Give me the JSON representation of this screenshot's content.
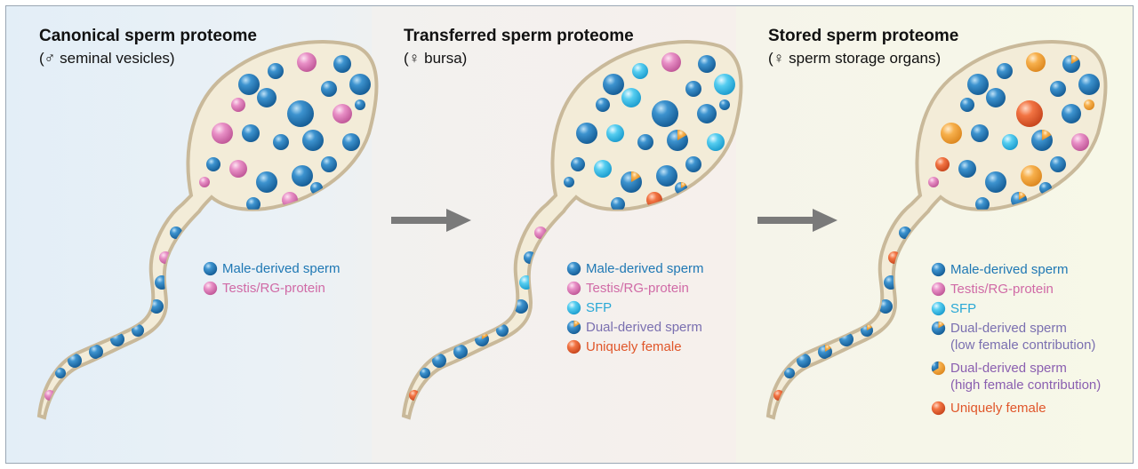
{
  "panels": [
    {
      "title": "Canonical sperm proteome",
      "subtitle": "(♂ seminal vesicles)"
    },
    {
      "title": "Transferred sperm proteome",
      "subtitle": "(♀ bursa)"
    },
    {
      "title": "Stored sperm proteome",
      "subtitle": "(♀ sperm storage organs)"
    }
  ],
  "legend_1": [
    {
      "label": "Male-derived sperm",
      "color": "#1f78b4"
    },
    {
      "label": "Testis/RG-protein",
      "color": "#d06aa6"
    }
  ],
  "legend_2": [
    {
      "label": "Male-derived sperm",
      "color": "#1f78b4"
    },
    {
      "label": "Testis/RG-protein",
      "color": "#d06aa6"
    },
    {
      "label": "SFP",
      "color": "#29a8d6"
    },
    {
      "label": "Dual-derived sperm",
      "color": "#7a6fb0"
    },
    {
      "label": "Uniquely female",
      "color": "#e0562a"
    }
  ],
  "legend_3": [
    {
      "label": "Male-derived sperm",
      "color": "#1f78b4"
    },
    {
      "label": "Testis/RG-protein",
      "color": "#d06aa6"
    },
    {
      "label": "SFP",
      "color": "#29a8d6"
    },
    {
      "label": "Dual-derived sperm",
      "label2": "(low female contribution)",
      "color": "#7a6fb0"
    },
    {
      "label": "Dual-derived sperm",
      "label2": "(high female contribution)",
      "color": "#8a5fb0"
    },
    {
      "label": "Uniquely female",
      "color": "#e0562a"
    }
  ],
  "colors": {
    "male": "#2a7fbf",
    "testis": "#e48cc4",
    "sfp": "#49c3ea",
    "female": "#ee6a3c",
    "orange": "#f5a23c",
    "arrow": "#7a7a7a",
    "cell_fill": "#f3ecd8",
    "cell_stroke": "#c9b99a"
  }
}
